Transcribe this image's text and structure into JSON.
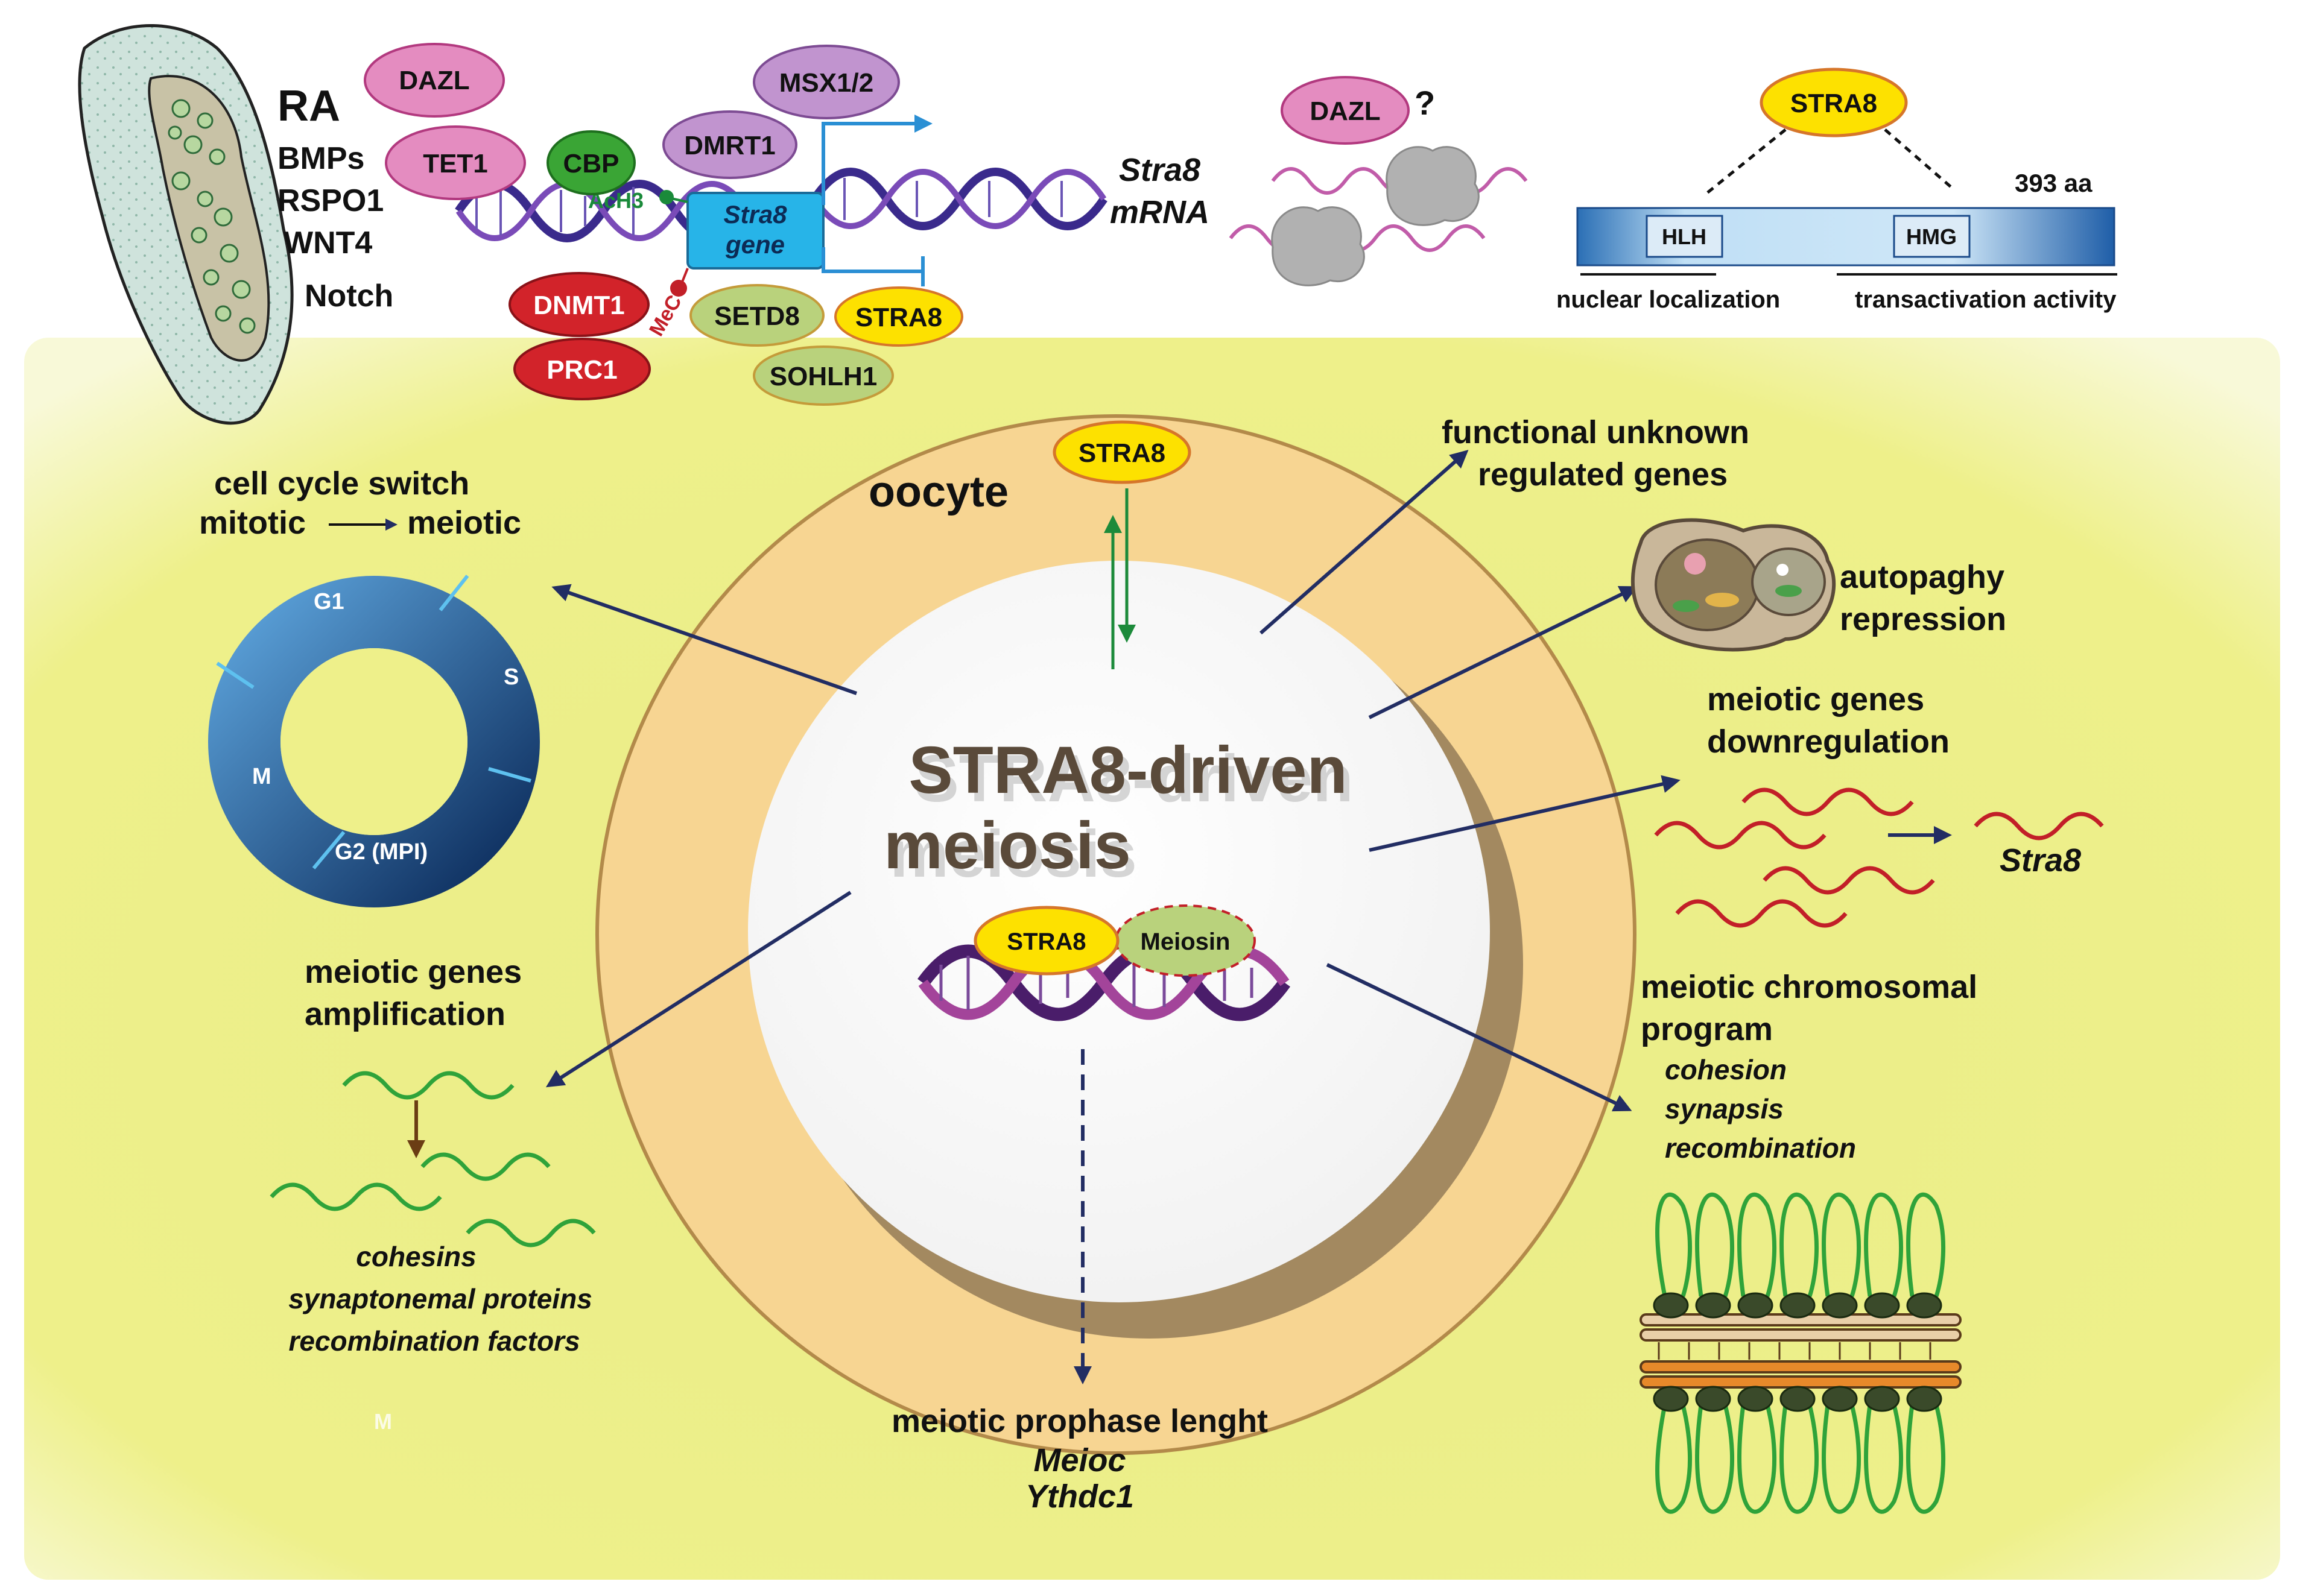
{
  "top": {
    "signals": [
      "RA",
      "BMPs",
      "RSPO1",
      "WNT4",
      "Notch"
    ],
    "factors": {
      "dazl": "DAZL",
      "tet1": "TET1",
      "cbp": "CBP",
      "msx": "MSX1/2",
      "dmrt1": "DMRT1",
      "dnmt1": "DNMT1",
      "prc1": "PRC1",
      "setd8": "SETD8",
      "stra8": "STRA8",
      "sohlh1": "SOHLH1"
    },
    "ach3": "AcH3",
    "mec": "MeC",
    "gene_label": [
      "Stra8",
      "gene"
    ],
    "mrna_label": [
      "Stra8",
      "mRNA"
    ],
    "dazl_q": "DAZL",
    "question": "?"
  },
  "protein": {
    "name": "STRA8",
    "length": "393 aa",
    "domains": [
      "HLH",
      "HMG"
    ],
    "regions": [
      "nuclear localization",
      "transactivation activity"
    ]
  },
  "center": {
    "compartment": "oocyte",
    "stra8": "STRA8",
    "title": [
      "STRA8-driven",
      "meiosis"
    ],
    "complex": [
      "STRA8",
      "Meiosin"
    ]
  },
  "outcomes": {
    "cell_cycle": [
      "cell cycle switch",
      "mitotic",
      "meiotic"
    ],
    "phases": [
      "G1",
      "S",
      "M",
      "G2 (MPI)"
    ],
    "unknown": [
      "functional unknown",
      "regulated genes"
    ],
    "autophagy": [
      "autopaghy",
      "repression"
    ],
    "downreg": [
      "meiotic genes",
      "downregulation",
      "Stra8"
    ],
    "amplification": [
      "meiotic genes",
      "amplification"
    ],
    "amp_items": [
      "cohesins",
      "synaptonemal proteins",
      "recombination factors"
    ],
    "stray_m": "M",
    "chromosomal": [
      "meiotic chromosomal",
      "program"
    ],
    "chromosomal_items": [
      "cohesion",
      "synapsis",
      "recombination"
    ],
    "prophase": [
      "meiotic prophase lenght",
      "Meioc",
      "Ythdc1"
    ]
  },
  "colors": {
    "navy": "#222d63",
    "yellow_bg": "#eef08a",
    "ring": "#f7d592",
    "pink": "#e48cc0",
    "red": "#d2232a",
    "green": "#3aa535",
    "sage": "#b9d27c",
    "stra8_yellow": "#fde100",
    "purple": "#5a2e8c",
    "magenta": "#c15ca9",
    "blue": "#2a8fd4"
  }
}
